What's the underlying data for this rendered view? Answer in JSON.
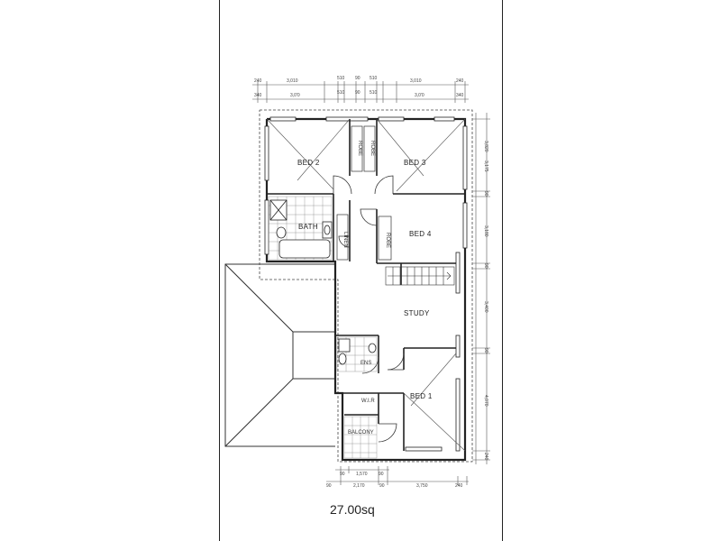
{
  "rooms": {
    "bed2": "BED 2",
    "bed3": "BED 3",
    "bath": "BATH",
    "linen": "LINEN",
    "robe_a": "ROBE",
    "robe_b": "ROBE",
    "robe_c": "ROBE",
    "bed4": "BED 4",
    "study": "STUDY",
    "ens": "ENS",
    "wir": "W.I.R",
    "bed1": "BED 1",
    "balcony": "BALCONY"
  },
  "dimensions_top": {
    "outer": [
      "240",
      "3,010",
      "510",
      "90",
      "510",
      "3,010",
      "240"
    ],
    "inner": [
      "340",
      "3,0'0",
      "510",
      "90",
      "510",
      "3,0'0",
      "340"
    ]
  },
  "dimensions_right": [
    "3,820",
    "3,175",
    "90",
    "3,180",
    "90",
    "3,400",
    "90",
    "4,070",
    "240"
  ],
  "dimensions_bottom": {
    "inner": [
      "90",
      "1,570",
      "90"
    ],
    "outer": [
      "90",
      "2,170",
      "90",
      "3,750",
      "240"
    ]
  },
  "area": "27.00sq"
}
